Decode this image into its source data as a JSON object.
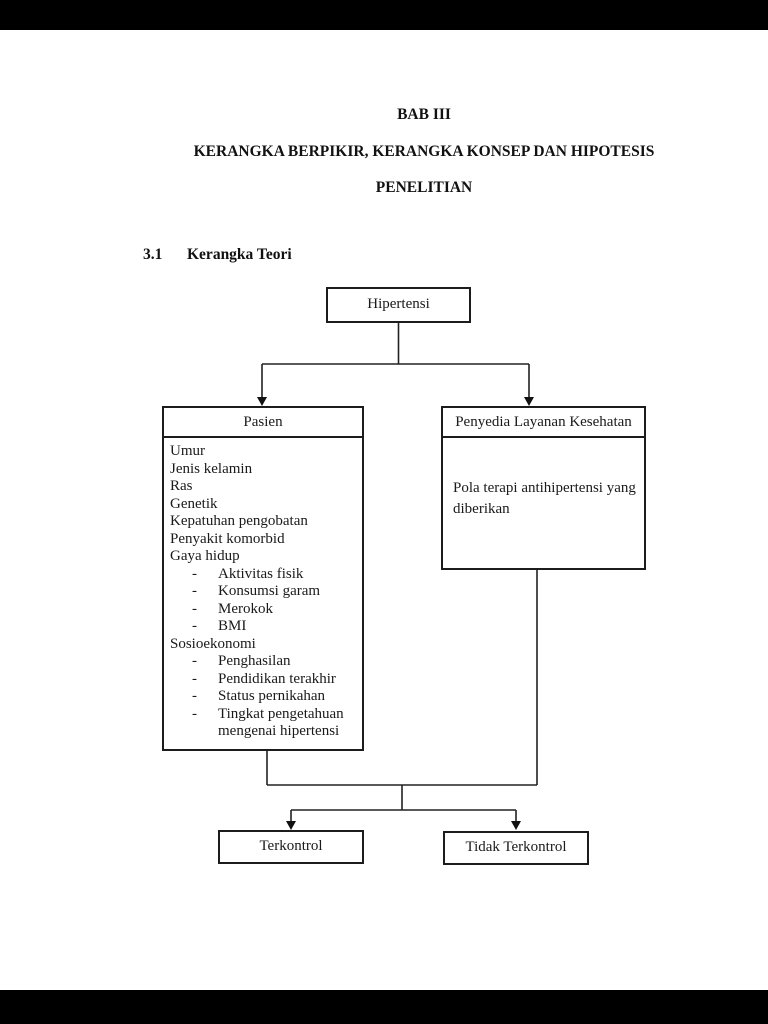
{
  "colors": {
    "page_background": "#ffffff",
    "letterbox_bar": "#000000",
    "text_ink": "#1a1a1a",
    "box_border": "#1c1c1c",
    "connector_line": "#222222"
  },
  "header": {
    "lines": [
      "BAB III",
      "KERANGKA BERPIKIR, KERANGKA KONSEP DAN HIPOTESIS",
      "PENELITIAN"
    ]
  },
  "section": {
    "number": "3.1",
    "title": "Kerangka Teori"
  },
  "diagram": {
    "bullet": "-",
    "root_label": "Hipertensi",
    "patient": {
      "header": "Pasien",
      "items": [
        {
          "text": "Umur",
          "dash": false
        },
        {
          "text": "Jenis kelamin",
          "dash": false
        },
        {
          "text": "Ras",
          "dash": false
        },
        {
          "text": "Genetik",
          "dash": false
        },
        {
          "text": "Kepatuhan pengobatan",
          "dash": false
        },
        {
          "text": "Penyakit komorbid",
          "dash": false
        },
        {
          "text": "Gaya hidup",
          "dash": false
        },
        {
          "text": "Aktivitas fisik",
          "dash": true
        },
        {
          "text": "Konsumsi garam",
          "dash": true
        },
        {
          "text": "Merokok",
          "dash": true
        },
        {
          "text": "BMI",
          "dash": true
        },
        {
          "text": "Sosioekonomi",
          "dash": false
        },
        {
          "text": "Penghasilan",
          "dash": true
        },
        {
          "text": "Pendidikan terakhir",
          "dash": true
        },
        {
          "text": "Status pernikahan",
          "dash": true
        },
        {
          "text": "Tingkat pengetahuan mengenai hipertensi",
          "dash": true
        }
      ]
    },
    "provider": {
      "header": "Penyedia Layanan Kesehatan",
      "body": "Pola terapi antihipertensi yang diberikan"
    },
    "outcomes": [
      {
        "label": "Terkontrol"
      },
      {
        "label": "Tidak Terkontrol"
      }
    ]
  }
}
